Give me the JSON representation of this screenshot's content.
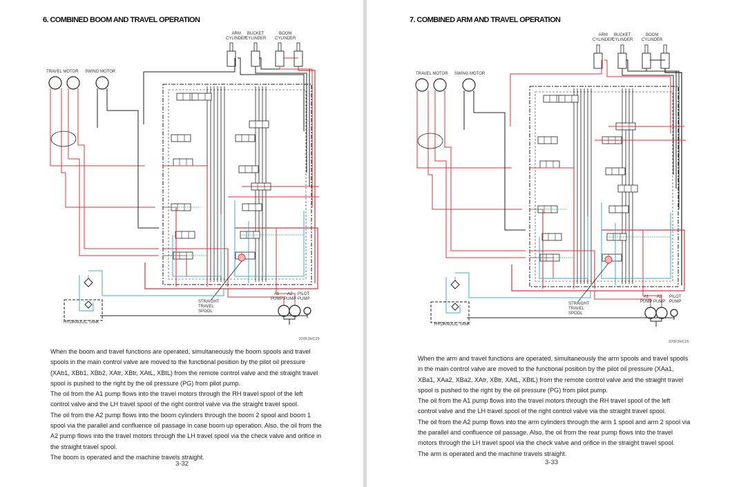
{
  "colors": {
    "pressure": "#e0313a",
    "pilot": "#3aa8d0",
    "return": "#222222",
    "signal": "#2bb59a"
  },
  "pages": [
    {
      "title": "6. COMBINED BOOM AND TRAVEL OPERATION",
      "mode": "boom",
      "labels": {
        "arm_cylinder": "ARM\nCYLINDER",
        "bucket_cylinder": "BUCKET\nCYLINDER",
        "boom_cylinder": "BOOM\nCYLINDER",
        "travel_motor": "TRAVEL MOTOR",
        "swing_motor": "SWING MOTOR",
        "straight_travel_spool": "STRAIGHT\nTRAVEL\nSPOOL",
        "a1_pump": "A1\nPUMP",
        "a2_pump": "A2\nPUMP",
        "pilot_pump": "PILOT\nPUMP",
        "hydraulic_tank": "HYDRAULIC TANK"
      },
      "figure_code": "220F3HC25",
      "paragraphs": [
        "When the boom and travel functions are operated, simultaneously the boom spools and travel spools in the main control valve are moved to the functional position by the pilot oil pressure (XAb1, XBb1, XBb2, XAtr, XBtr, XAtL, XBtL) from the remote control valve and the straight travel spool is pushed to the right by the oil pressure (PG) from pilot pump.",
        "The oil from the A1 pump flows into the travel motors through the RH travel spool of the left control valve and the LH travel spool of the right control valve via the straight travel spool.",
        "The oil from the A2 pump flows into the boom cylinders through the boom 2 spool and boom 1 spool via the parallel and confluence oil passage in case boom up operation. Also, the oil from the A2 pump flows into the travel motors through the LH travel spool via the check valve and orifice in the straight travel spool.",
        "The boom is operated and the machine travels straight."
      ],
      "page_number": "3-32"
    },
    {
      "title": "7. COMBINED ARM AND TRAVEL OPERATION",
      "mode": "arm",
      "labels": {
        "arm_cylinder": "ARM\nCYLINDER",
        "bucket_cylinder": "BUCKET\nCYLINDER",
        "boom_cylinder": "BOOM\nCYLINDER",
        "travel_motor": "TRAVEL MOTOR",
        "swing_motor": "SWING MOTOR",
        "straight_travel_spool": "STRAIGHT\nTRAVEL\nSPOOL",
        "a1_pump": "A1\nPUMP",
        "a2_pump": "A2\nPUMP",
        "pilot_pump": "PILOT\nPUMP",
        "hydraulic_tank": "HYDRAULIC TANK"
      },
      "figure_code": "220F3HC26",
      "paragraphs": [
        "When the arm and travel functions are operated, simultaneously the arm spools and travel spools in the main control valve are moved to the functional position by the pilot oil pressure (XAa1, XBa1, XAa2, XBa2, XAtr, XBtr, XAtL, XBtL) from the remote control valve and the straight travel spool is pushed to the right by the oil pressure (PG) from pilot pump.",
        "The oil from the A1 pump flows into the travel motors through the RH travel spool of the left control valve and the LH travel spool of the right control valve via the straight travel spool.",
        "The oil from the A2 pump flows into the arm cylinders through the arm 1 spool and arm 2 spool via the parallel and confluence oil passage. Also, the oil from the rear pump flows into the travel motors through the LH travel spool via the check valve and orifice in the straight travel spool.",
        "The arm is operated and the machine travels straight."
      ],
      "page_number": "3-33"
    }
  ]
}
